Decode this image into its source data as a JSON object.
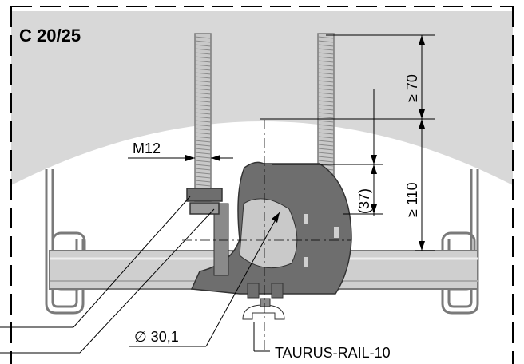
{
  "drawing": {
    "model_label": "C 20/25",
    "thread_label": "M12",
    "diameter_label": "∅ 30,1",
    "rail_label": "TAURUS-RAIL-10",
    "dim_top": "≥ 70",
    "dim_main": "≥ 110",
    "dim_offset": "(37)"
  },
  "colors": {
    "background": "#ffffff",
    "panel": "#d8d8d8",
    "clamp": "#6e6e6e",
    "rod": "#c9c9c9",
    "label_text": "#8c8c8c"
  }
}
